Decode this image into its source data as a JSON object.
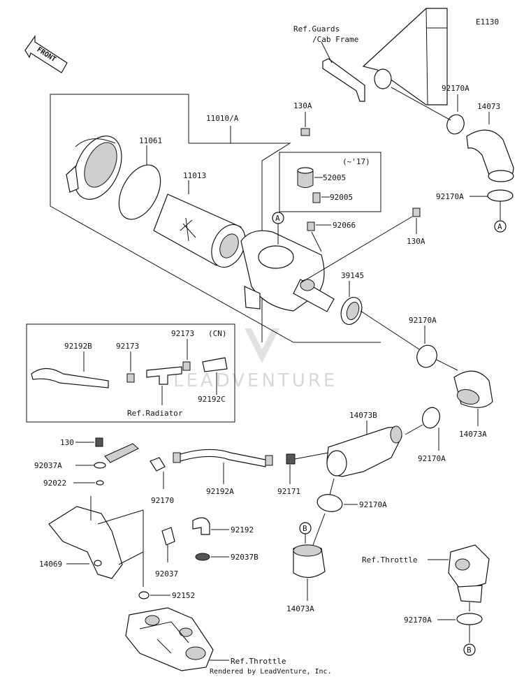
{
  "diagram_code": "E1130",
  "front_label": "FRONT",
  "watermark": "LEADVENTURE",
  "footer": "Rendered by LeadVenture, Inc.",
  "year_box_label": "(~'17)",
  "cn_label": "(CN)",
  "callouts": {
    "ref_guards": "Ref.Guards",
    "ref_cab": "/Cab Frame",
    "p11010A": "11010/A",
    "p130A_top": "130A",
    "p130A_right": "130A",
    "p11061": "11061",
    "p11013": "11013",
    "p52005": "52005",
    "p92005": "92005",
    "p92066": "92066",
    "p39145": "39145",
    "p92170A_1": "92170A",
    "p14073": "14073",
    "p92170A_2": "92170A",
    "p92170A_3": "92170A",
    "p14073A_1": "14073A",
    "p92192B": "92192B",
    "p92173_1": "92173",
    "p92173_2": "92173",
    "p92192C": "92192C",
    "ref_radiator": "Ref.Radiator",
    "p14073B": "14073B",
    "p92170A_4": "92170A",
    "p130": "130",
    "p92037A": "92037A",
    "p92022": "92022",
    "p92170": "92170",
    "p92192A": "92192A",
    "p92171": "92171",
    "p92170A_5": "92170A",
    "p92192": "92192",
    "p14069": "14069",
    "p92037": "92037",
    "p92037B": "92037B",
    "p92152": "92152",
    "ref_throttle_1": "Ref.Throttle",
    "ref_throttle_2": "Ref.Throttle",
    "p92170A_6": "92170A",
    "p14073A_2": "14073A"
  },
  "connectors": {
    "a_top": "A",
    "a_right": "A",
    "b_left": "B",
    "b_right": "B"
  }
}
